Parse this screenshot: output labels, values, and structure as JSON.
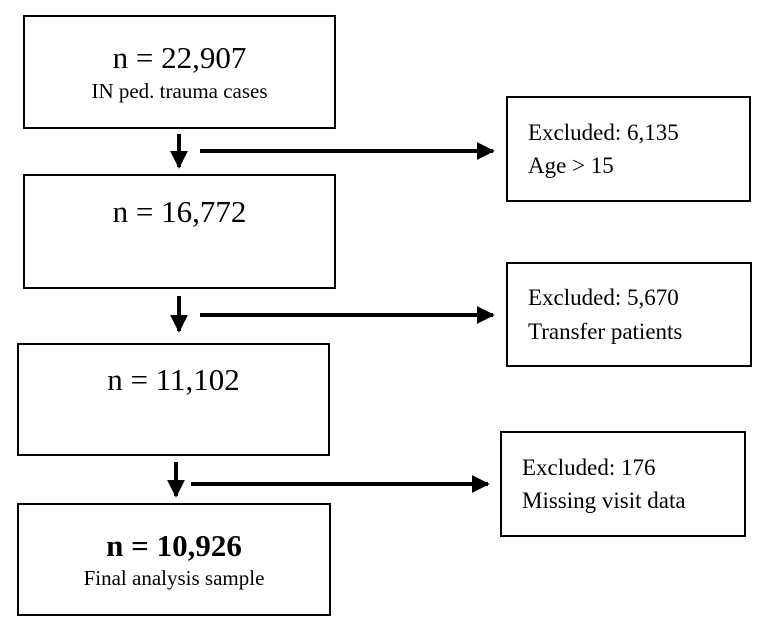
{
  "stages": [
    {
      "count": "n = 22,907",
      "label": "IN ped. trauma cases"
    },
    {
      "count": "n = 16,772",
      "label": ""
    },
    {
      "count": "n = 11,102",
      "label": ""
    },
    {
      "count": "n = 10,926",
      "label": "Final analysis sample"
    }
  ],
  "exclusions": [
    {
      "line1": "Excluded: 6,135",
      "line2": "Age > 15"
    },
    {
      "line1": "Excluded: 5,670",
      "line2": "Transfer patients"
    },
    {
      "line1": "Excluded: 176",
      "line2": "Missing visit data"
    }
  ]
}
